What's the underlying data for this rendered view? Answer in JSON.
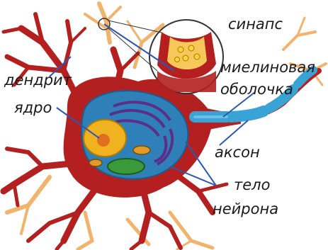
{
  "labels": {
    "synapse": "синапс",
    "myelin_line1": "миелиновая",
    "myelin_line2": "оболочка",
    "dendrite": "дендрит",
    "nucleus": "ядро",
    "axon": "аксон",
    "cell_body_line1": "тело",
    "cell_body_line2": "нейрона"
  },
  "colors": {
    "background": "#ffffff",
    "neuron_body": "#b3201f",
    "dendrite_light": "#f2b36b",
    "myelin": "#3aa3d6",
    "cell_interior": "#2f7fb8",
    "golgi": "#5a2f87",
    "nucleus": "#f0b21e",
    "pointer_line": "#2b57b5"
  }
}
